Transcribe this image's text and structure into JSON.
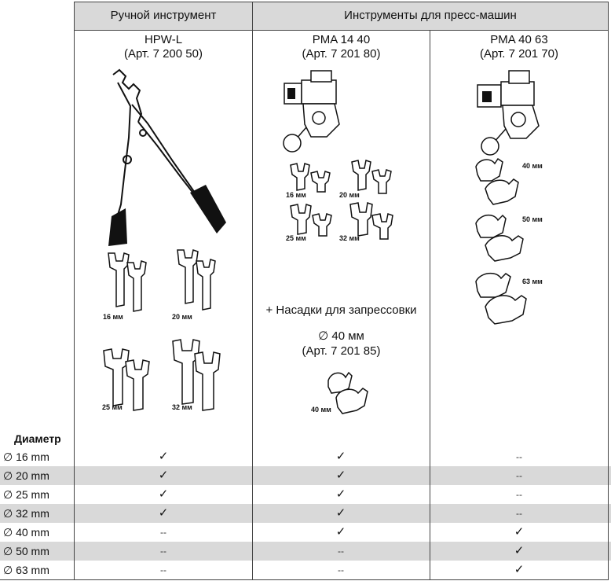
{
  "headers": {
    "manual": "Ручной инструмент",
    "press": "Инструменты для пресс-машин"
  },
  "products": [
    {
      "name": "HPW-L",
      "art": "(Арт. 7 200 50)"
    },
    {
      "name": "PMA 14 40",
      "art": "(Арт. 7 201 80)"
    },
    {
      "name": "PMA 40 63",
      "art": "(Арт. 7 201 70)"
    }
  ],
  "inserts": {
    "hpw": [
      "16 мм",
      "20 мм",
      "25 мм",
      "32 мм"
    ],
    "pma1440": [
      "16 мм",
      "20 мм",
      "25 мм",
      "32 мм"
    ],
    "pma4063": [
      "40 мм",
      "50 мм",
      "63 мм"
    ],
    "extra_40": "40 мм"
  },
  "addon": {
    "title": "+ Насадки для запрессовки",
    "size": "∅ 40 мм",
    "art": "(Арт. 7 201 85)"
  },
  "diameter_label": "Диаметр",
  "rows": [
    {
      "label": "∅ 16 mm",
      "hpw": "✓",
      "pma1440": "✓",
      "pma4063": "--"
    },
    {
      "label": "∅ 20 mm",
      "hpw": "✓",
      "pma1440": "✓",
      "pma4063": "--"
    },
    {
      "label": "∅ 25 mm",
      "hpw": "✓",
      "pma1440": "✓",
      "pma4063": "--"
    },
    {
      "label": "∅ 32 mm",
      "hpw": "✓",
      "pma1440": "✓",
      "pma4063": "--"
    },
    {
      "label": "∅ 40 mm",
      "hpw": "--",
      "pma1440": "✓",
      "pma4063": "✓"
    },
    {
      "label": "∅ 50 mm",
      "hpw": "--",
      "pma1440": "--",
      "pma4063": "✓"
    },
    {
      "label": "∅ 63 mm",
      "hpw": "--",
      "pma1440": "--",
      "pma4063": "✓"
    }
  ]
}
